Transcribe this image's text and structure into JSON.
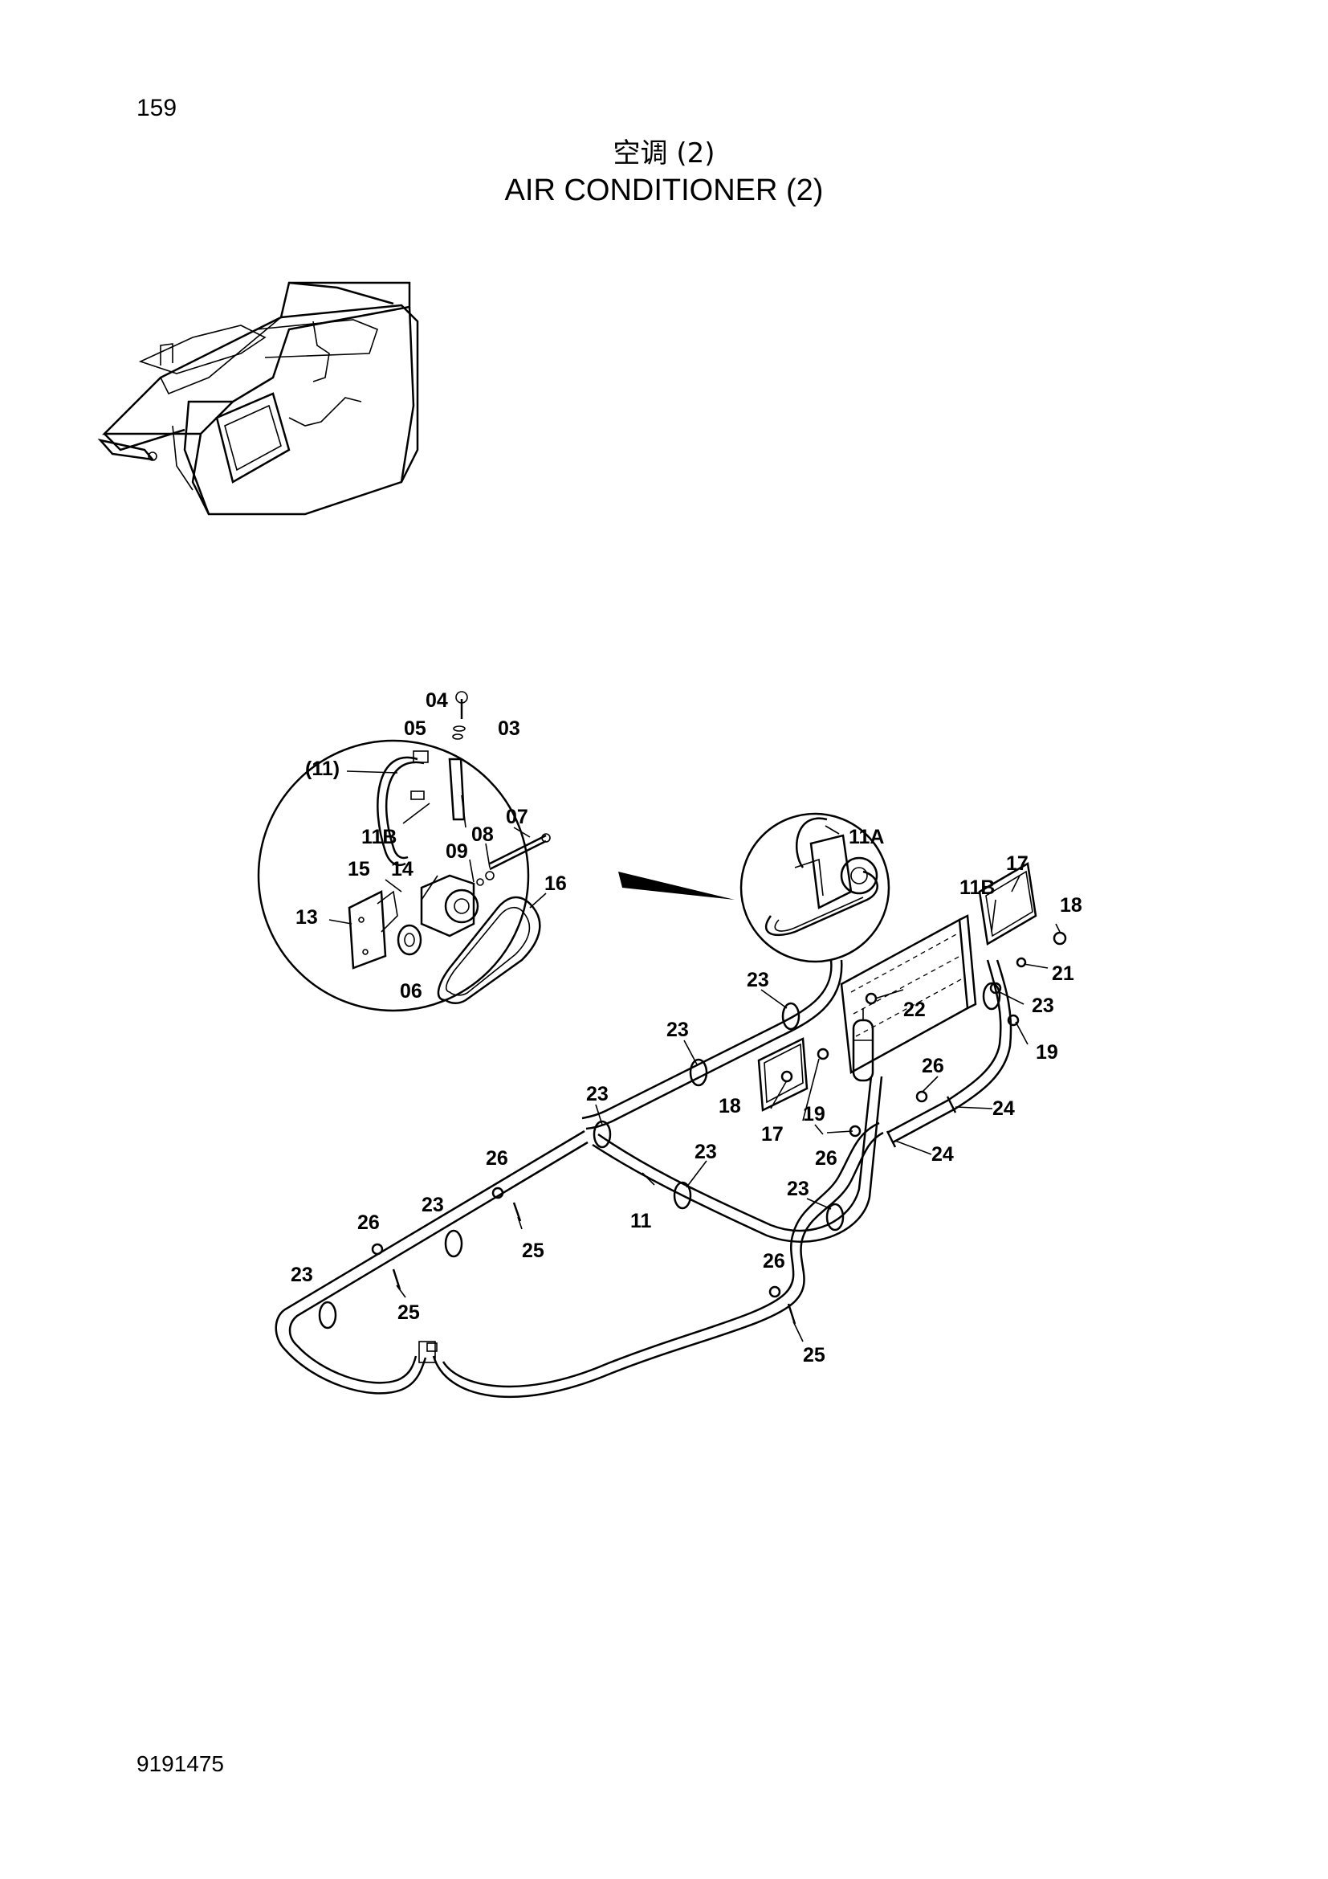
{
  "page": {
    "number": "159",
    "code": "9191475"
  },
  "title": {
    "zh": "空调 (2)",
    "en": "AIR CONDITIONER (2)"
  },
  "callouts": {
    "c03": "03",
    "c04": "04",
    "c05": "05",
    "c06": "06",
    "c07": "07",
    "c08": "08",
    "c09": "09",
    "c11p": "(11)",
    "c11b_inset": "11B",
    "c13": "13",
    "c14": "14",
    "c15": "15",
    "c16": "16",
    "c11a": "11A",
    "c11b": "11B",
    "c17a": "17",
    "c18a": "18",
    "c21": "21",
    "c23a": "23",
    "c19a": "19",
    "c22": "22",
    "c23b": "23",
    "c23c": "23",
    "c18b": "18",
    "c17b": "17",
    "c19b": "19",
    "c26a": "26",
    "c24a": "24",
    "c24b": "24",
    "c26b": "26",
    "c23d": "23",
    "c23e": "23",
    "c11": "11",
    "c23f": "23",
    "c26c": "26",
    "c25a": "25",
    "c23g": "23",
    "c26d": "26",
    "c25b": "25",
    "c23h": "23",
    "c26e": "26",
    "c25c": "25"
  }
}
